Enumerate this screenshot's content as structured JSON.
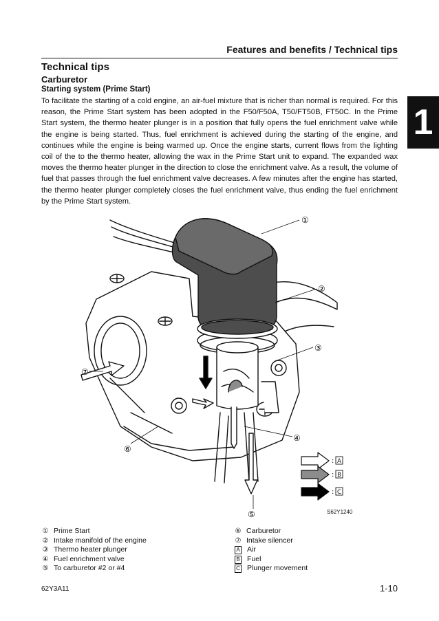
{
  "header": {
    "title": "Features and benefits / Technical tips"
  },
  "chapter_tab": {
    "number": "1"
  },
  "section": {
    "title": "Technical tips",
    "subtitle": "Carburetor",
    "subsubtitle": "Starting system (Prime Start)",
    "body": "To facilitate the starting of a cold engine, an air-fuel mixture that is richer than normal is required. For this reason, the Prime Start system has been adopted in the F50/F50A, T50/FT50B, FT50C. In the Prime Start system, the thermo heater plunger is in a position that fully opens the fuel enrichment valve while the engine is being started. Thus, fuel enrichment is achieved during the starting of the engine, and continues while the engine is being warmed up. Once the engine starts, current flows from the lighting coil of the to the thermo heater, allowing the wax in the Prime Start unit to expand. The expanded wax moves the thermo heater plunger in the direction to close the enrichment valve. As a result, the volume of fuel that passes through the fuel enrichment valve decreases. A few minutes after the engine has started, the thermo heater plunger completely closes the fuel enrichment valve, thus ending the fuel enrichment by the Prime Start system."
  },
  "figure": {
    "callouts": [
      "①",
      "②",
      "③",
      "④",
      "⑤",
      "⑥",
      "⑦"
    ],
    "arrow_key": [
      {
        "marker": "A",
        "fill": "#ffffff"
      },
      {
        "marker": "B",
        "fill": "#8c8c8c"
      },
      {
        "marker": "C",
        "fill": "#000000"
      }
    ],
    "code": "S62Y1240",
    "colors": {
      "prime_start": "#4d4d4d",
      "body_fill": "#ffffff",
      "line": "#111111"
    }
  },
  "legend": {
    "left": [
      {
        "marker": "①",
        "label": "Prime Start"
      },
      {
        "marker": "②",
        "label": "Intake manifold of the engine"
      },
      {
        "marker": "③",
        "label": "Thermo heater plunger"
      },
      {
        "marker": "④",
        "label": "Fuel enrichment valve"
      },
      {
        "marker": "⑤",
        "label": "To carburetor #2 or #4"
      }
    ],
    "right": [
      {
        "marker": "⑥",
        "label": "Carburetor"
      },
      {
        "marker": "⑦",
        "label": "Intake silencer"
      },
      {
        "marker": "A",
        "label": "Air"
      },
      {
        "marker": "B",
        "label": "Fuel"
      },
      {
        "marker": "C",
        "label": "Plunger movement"
      }
    ]
  },
  "footer": {
    "code": "62Y3A11",
    "page": "1-10"
  }
}
